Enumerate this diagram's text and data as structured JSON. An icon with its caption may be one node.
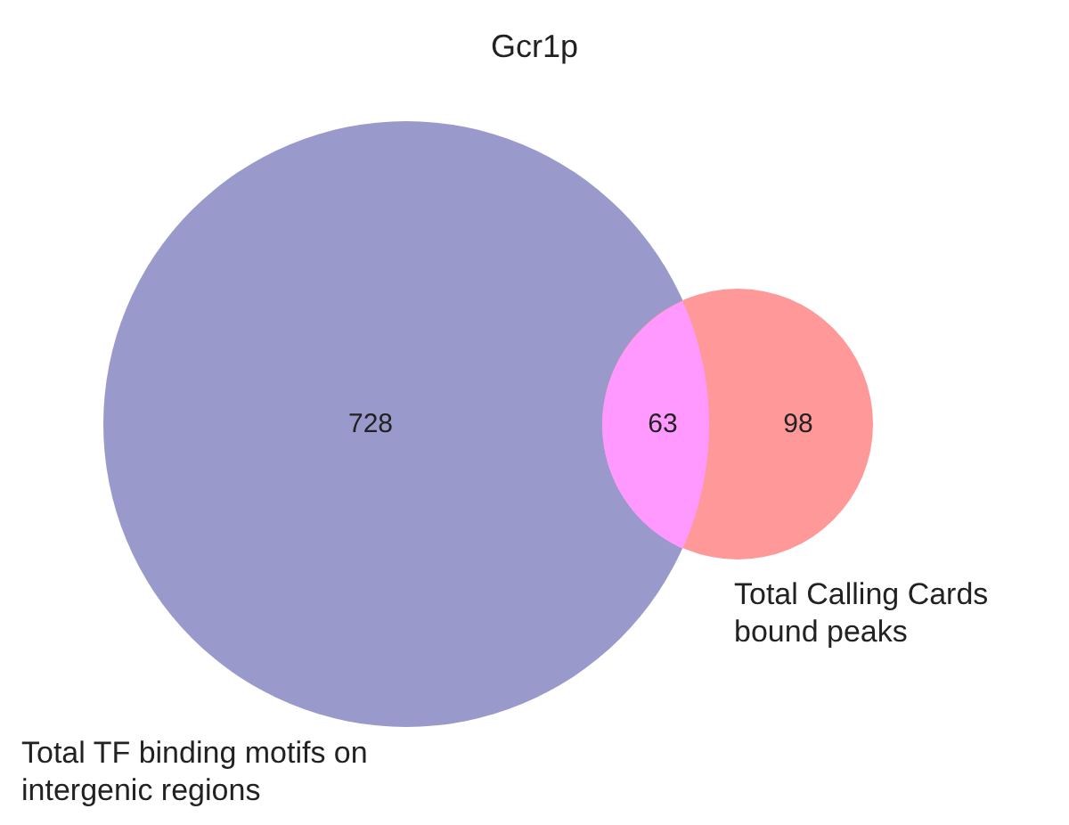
{
  "diagram": {
    "title": "Gcr1p",
    "nodes": [
      {
        "text": [
          "728"
        ],
        "beside": [
          "Total TF binding motifs on intergenic regions"
        ]
      },
      {
        "text": [
          "98"
        ],
        "beside": [
          "Total Calling Cards bound peaks"
        ]
      },
      {
        "text": [
          "63"
        ]
      }
    ]
  }
}
